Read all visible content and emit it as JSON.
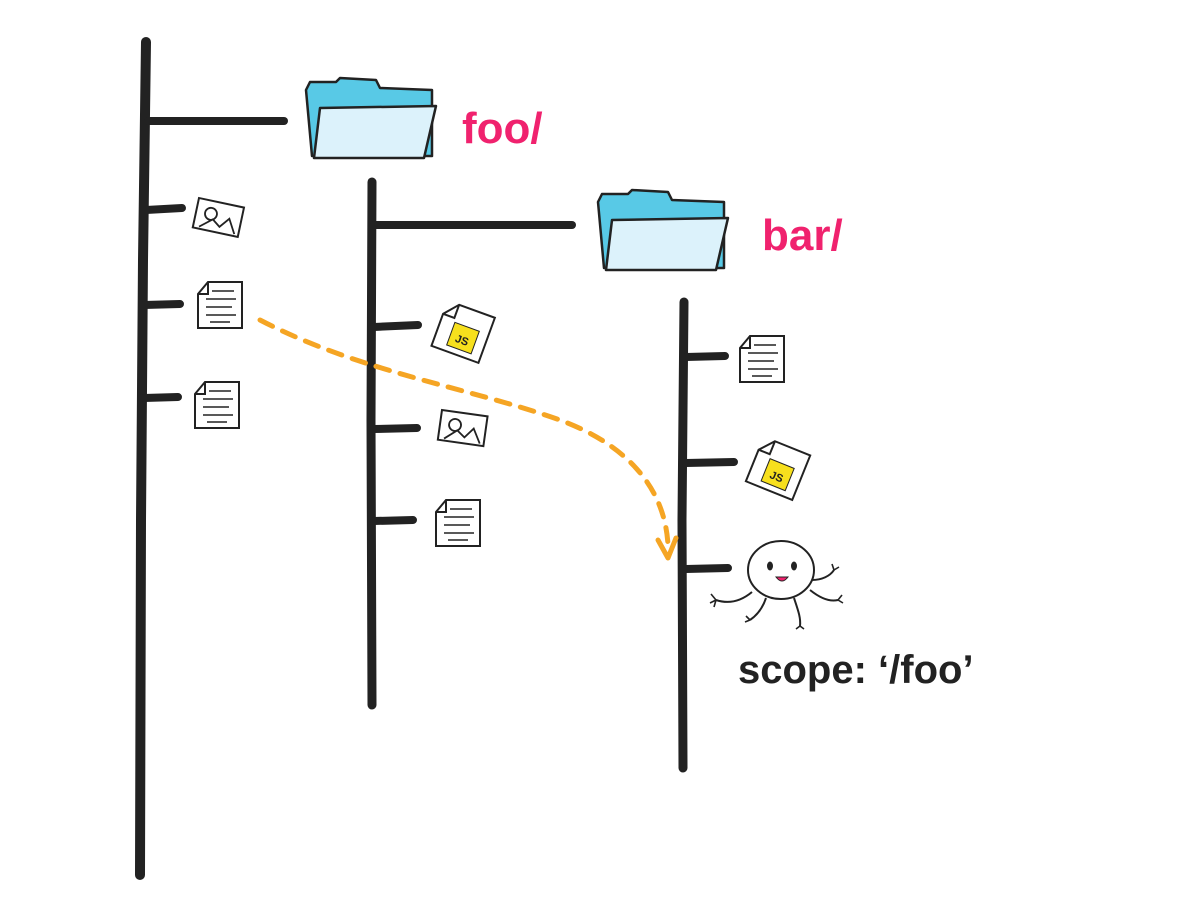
{
  "folders": [
    {
      "label": "foo/"
    },
    {
      "label": "bar/"
    }
  ],
  "scope_label": "scope: ‘/foo’",
  "js_badge_text": "JS",
  "colors": {
    "stroke": "#222222",
    "folder_label": "#f0226e",
    "folder_back": "#58c9e6",
    "folder_front": "#dcf2fb",
    "js_badge": "#f7e01d",
    "arrow": "#f5a524",
    "scope_label": "#222222"
  },
  "icons": {
    "folder": "folder-icon",
    "image_file": "image-file-icon",
    "text_file": "text-file-icon",
    "js_file": "js-file-icon",
    "service_worker": "service-worker-octopus-icon",
    "arrow": "dashed-arrow"
  }
}
